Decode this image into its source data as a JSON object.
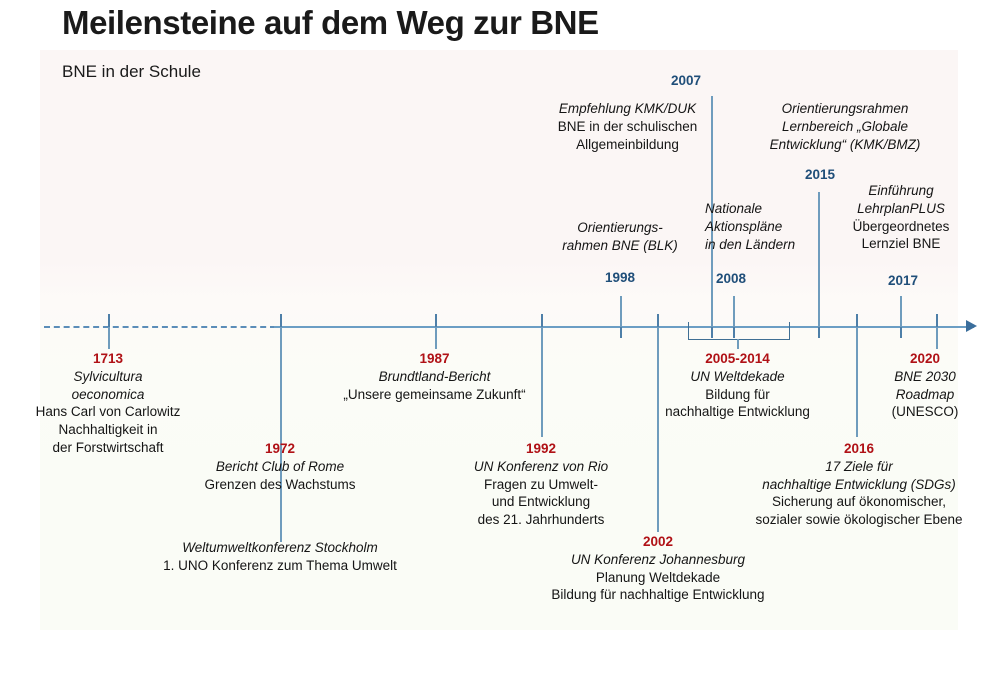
{
  "title": "Meilensteine auf dem Weg zur BNE",
  "subtitle": "BNE in der Schule",
  "colors": {
    "year_red": "#b01116",
    "year_blue": "#1f4e79",
    "axis": "#5b8db8",
    "panel_bg": "#fbf6f5"
  },
  "axis": {
    "dashed_start_label": "",
    "arrow": "right-arrow"
  },
  "events_above": [
    {
      "id": "e2007",
      "year": "2007",
      "year_color": "blue",
      "year_position": "top",
      "lines": [
        {
          "text": "Empfehlung KMK/DUK",
          "style": "ital"
        },
        {
          "text": "BNE in der schulischen",
          "style": "norm"
        },
        {
          "text": "Allgemeinbildung",
          "style": "norm"
        }
      ]
    },
    {
      "id": "e2015",
      "year": "2015",
      "year_color": "blue",
      "year_position": "bottom",
      "lines": [
        {
          "text": "Orientierungsrahmen",
          "style": "ital"
        },
        {
          "text": "Lernbereich „Globale",
          "style": "ital"
        },
        {
          "text": "Entwicklung“ (KMK/BMZ)",
          "style": "ital"
        }
      ]
    },
    {
      "id": "e1998",
      "year": "1998",
      "year_color": "blue",
      "year_position": "bottom",
      "lines": [
        {
          "text": "Orientierungs-",
          "style": "ital"
        },
        {
          "text": "rahmen BNE (BLK)",
          "style": "ital"
        }
      ]
    },
    {
      "id": "e2008",
      "year": "2008",
      "year_color": "blue",
      "year_position": "bottom",
      "lines": [
        {
          "text": "Nationale",
          "style": "ital"
        },
        {
          "text": "Aktionspläne",
          "style": "ital"
        },
        {
          "text": "in den Ländern",
          "style": "ital"
        }
      ]
    },
    {
      "id": "e2017",
      "year": "2017",
      "year_color": "blue",
      "year_position": "bottom",
      "lines": [
        {
          "text": "Einführung",
          "style": "ital"
        },
        {
          "text": "LehrplanPLUS",
          "style": "ital"
        },
        {
          "text": "Übergeordnetes",
          "style": "norm"
        },
        {
          "text": "Lernziel BNE",
          "style": "norm"
        }
      ]
    }
  ],
  "events_below": [
    {
      "id": "e1713",
      "year": "1713",
      "year_color": "red",
      "lines": [
        {
          "text": "Sylvicultura",
          "style": "ital"
        },
        {
          "text": "oeconomica",
          "style": "ital"
        },
        {
          "text": "Hans Carl von Carlowitz",
          "style": "norm"
        },
        {
          "text": "Nachhaltigkeit in",
          "style": "norm"
        },
        {
          "text": "der Forstwirtschaft",
          "style": "norm"
        }
      ]
    },
    {
      "id": "e1972",
      "year": "1972",
      "year_color": "red",
      "lines": [
        {
          "text": "Bericht Club of Rome",
          "style": "ital"
        },
        {
          "text": "Grenzen des Wachstums",
          "style": "norm"
        }
      ]
    },
    {
      "id": "e1972b",
      "year": "",
      "year_color": "red",
      "lines": [
        {
          "text": "Weltumweltkonferenz Stockholm",
          "style": "ital"
        },
        {
          "text": "1. UNO Konferenz zum Thema Umwelt",
          "style": "norm"
        }
      ]
    },
    {
      "id": "e1987",
      "year": "1987",
      "year_color": "red",
      "lines": [
        {
          "text": "Brundtland-Bericht",
          "style": "ital"
        },
        {
          "text": "„Unsere gemeinsame Zukunft“",
          "style": "norm"
        }
      ]
    },
    {
      "id": "e1992",
      "year": "1992",
      "year_color": "red",
      "lines": [
        {
          "text": "UN Konferenz von Rio",
          "style": "ital"
        },
        {
          "text": "Fragen zu Umwelt-",
          "style": "norm"
        },
        {
          "text": "und Entwicklung",
          "style": "norm"
        },
        {
          "text": "des 21. Jahrhunderts",
          "style": "norm"
        }
      ]
    },
    {
      "id": "e2002",
      "year": "2002",
      "year_color": "red",
      "lines": [
        {
          "text": "UN Konferenz Johannesburg",
          "style": "ital"
        },
        {
          "text": "Planung Weltdekade",
          "style": "norm"
        },
        {
          "text": "Bildung für nachhaltige Entwicklung",
          "style": "norm"
        }
      ]
    },
    {
      "id": "e2005",
      "year": "2005-2014",
      "year_color": "red",
      "lines": [
        {
          "text": "UN Weltdekade",
          "style": "ital"
        },
        {
          "text": "Bildung für",
          "style": "norm"
        },
        {
          "text": "nachhaltige Entwicklung",
          "style": "norm"
        }
      ]
    },
    {
      "id": "e2016",
      "year": "2016",
      "year_color": "red",
      "lines": [
        {
          "text": "17 Ziele für",
          "style": "ital"
        },
        {
          "text": "nachhaltige Entwicklung (SDGs)",
          "style": "ital"
        },
        {
          "text": "Sicherung auf ökonomischer,",
          "style": "norm"
        },
        {
          "text": "sozialer sowie ökologischer Ebene",
          "style": "norm"
        }
      ]
    },
    {
      "id": "e2020",
      "year": "2020",
      "year_color": "red",
      "lines": [
        {
          "text": "BNE 2030",
          "style": "ital"
        },
        {
          "text": "Roadmap",
          "style": "ital"
        },
        {
          "text": "(UNESCO)",
          "style": "norm"
        }
      ]
    }
  ]
}
